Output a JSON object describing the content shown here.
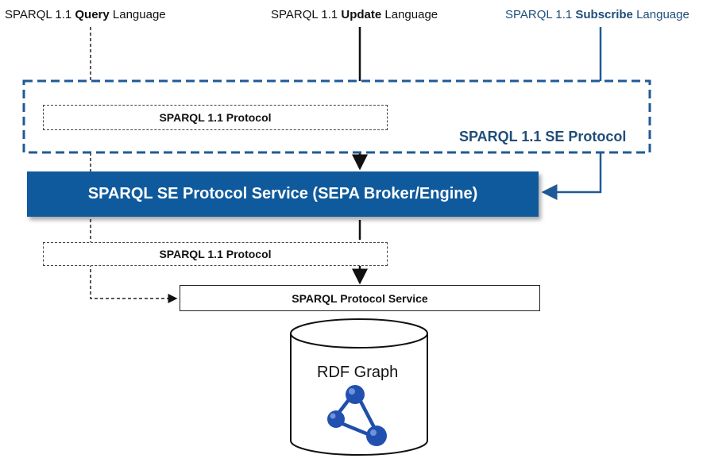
{
  "labels": {
    "query": {
      "prefix": "SPARQL 1.1 ",
      "bold": "Query",
      "suffix": " Language"
    },
    "update": {
      "prefix": "SPARQL 1.1 ",
      "bold": "Update",
      "suffix": " Language"
    },
    "subscribe": {
      "prefix": "SPARQL 1.1 ",
      "bold": "Subscribe",
      "suffix": " Language"
    }
  },
  "se_protocol_title": "SPARQL 1.1 SE Protocol",
  "protocol_box_top": "SPARQL 1.1 Protocol",
  "broker_box": "SPARQL SE Protocol Service (SEPA Broker/Engine)",
  "protocol_box_bottom": "SPARQL 1.1 Protocol",
  "protocol_service_box": "SPARQL Protocol Service",
  "database": {
    "label": "RDF Graph",
    "icon": "rdf-graph-icon"
  },
  "colors": {
    "se_blue": "#1f5a96",
    "broker_fill": "#0f5a9c",
    "graph_node": "#1f4fa8"
  }
}
